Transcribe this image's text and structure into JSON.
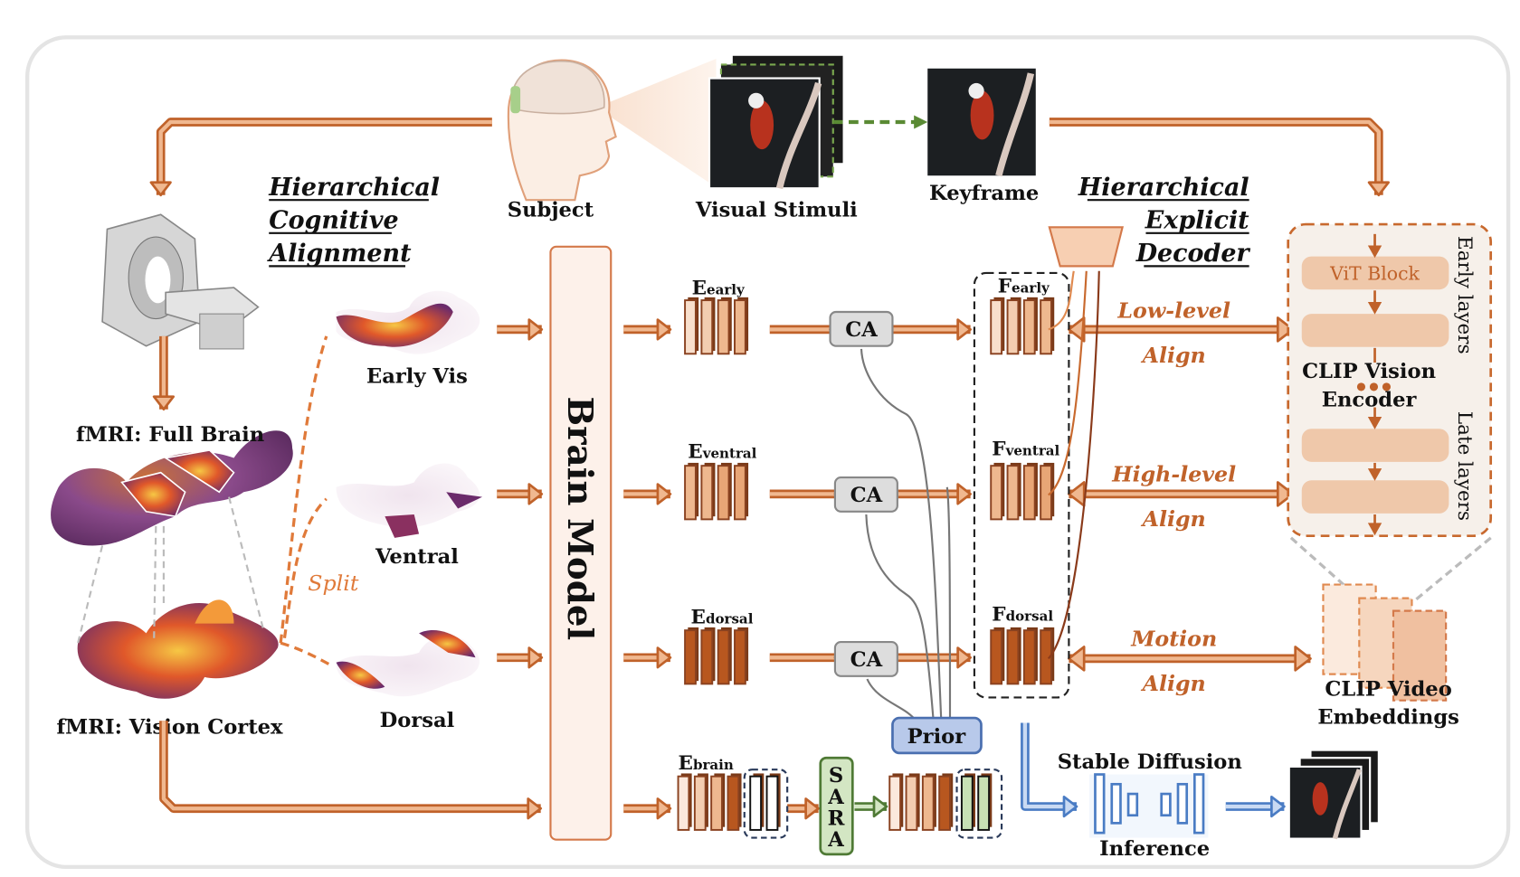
{
  "labels": {
    "subject": "Subject",
    "visual_stimuli": "Visual Stimuli",
    "keyframe": "Keyframe",
    "hca": [
      "Hierarchical",
      "Cognitive",
      "Alignment"
    ],
    "hed": [
      "Hierarchical",
      "Explicit",
      "Decoder"
    ],
    "fmri_full": "fMRI: Full Brain",
    "fmri_vc": "fMRI: Vision Cortex",
    "early_vis": "Early Vis",
    "ventral": "Ventral",
    "dorsal": "Dorsal",
    "split": "Split",
    "brain_model": "Brain Model",
    "ca": "CA",
    "prior": "Prior",
    "sara": [
      "S",
      "A",
      "R",
      "A"
    ],
    "low_level": "Low-level",
    "high_level": "High-level",
    "motion": "Motion",
    "align": "Align",
    "vit_block": "ViT Block",
    "clip_vision": [
      "CLIP Vision",
      "Encoder"
    ],
    "early_layers": "Early layers",
    "late_layers": "Late layers",
    "clip_video": [
      "CLIP Video",
      "Embeddings"
    ],
    "stable_diffusion": "Stable Diffusion",
    "inference": "Inference"
  },
  "embeddings": {
    "E": "E",
    "F": "F",
    "early": "early",
    "ventral": "ventral",
    "dorsal": "dorsal",
    "brain": "brain"
  },
  "colors": {
    "accent_orange": "#c0622a",
    "arrow_fill": "#f0b890",
    "green": "#4f7a35",
    "blue": "#4a7cc4",
    "prior_fill": "#b8c9ea",
    "sara_fill": "#d3e6c3"
  }
}
